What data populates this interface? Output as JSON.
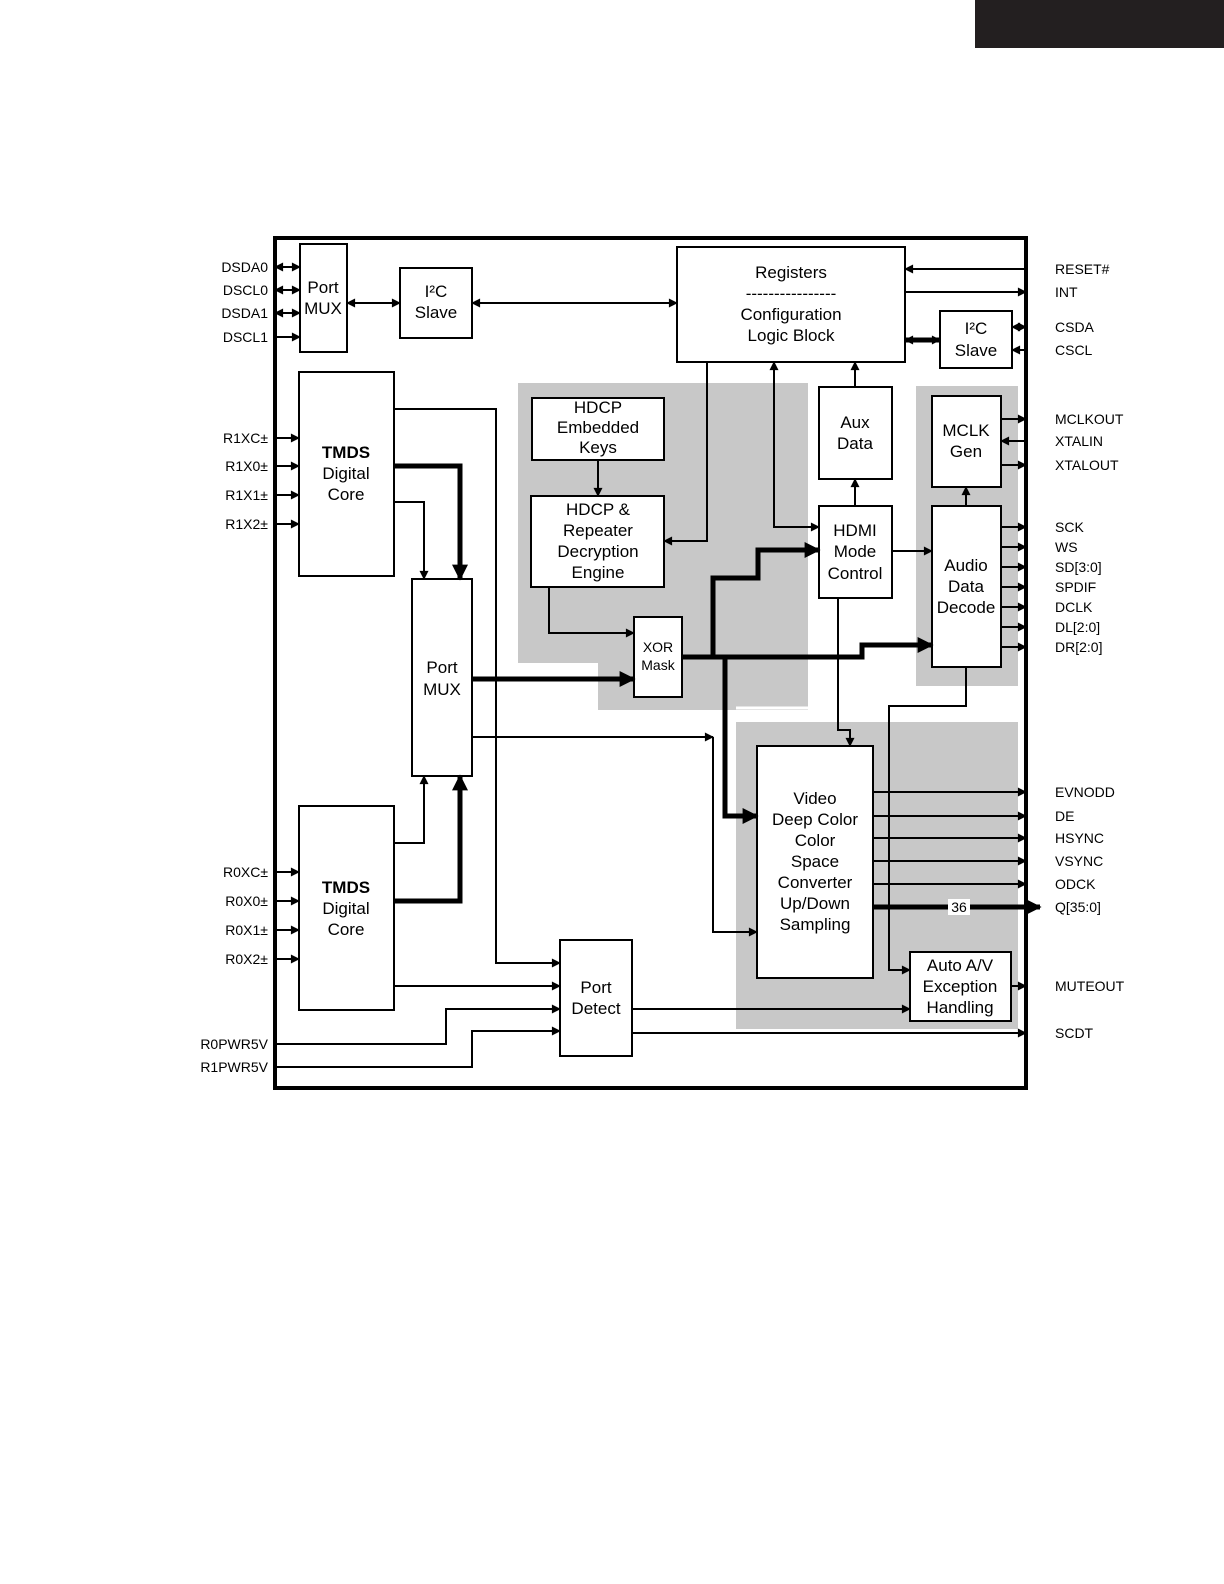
{
  "blocks": {
    "port_mux_top": [
      "Port",
      "MUX"
    ],
    "i2c_slave_left": [
      "I²C",
      "Slave"
    ],
    "registers": "Registers",
    "registers_divider": "----------------",
    "config_logic": [
      "Configuration",
      "Logic Block"
    ],
    "i2c_slave_right": [
      "I²C",
      "Slave"
    ],
    "tmds_r1": [
      "TMDS",
      "Digital",
      "Core"
    ],
    "tmds_r0": [
      "TMDS",
      "Digital",
      "Core"
    ],
    "hdcp_keys": [
      "HDCP",
      "Embedded",
      "Keys"
    ],
    "hdcp_engine": [
      "HDCP &",
      "Repeater",
      "Decryption",
      "Engine"
    ],
    "xor_mask": [
      "XOR",
      "Mask"
    ],
    "aux_data": [
      "Aux",
      "Data"
    ],
    "hdmi_mode": [
      "HDMI",
      "Mode",
      "Control"
    ],
    "mclk_gen": [
      "MCLK",
      "Gen"
    ],
    "audio_decode": [
      "Audio",
      "Data",
      "Decode"
    ],
    "port_mux_mid": [
      "Port",
      "MUX"
    ],
    "video": [
      "Video",
      "Deep Color",
      "Color",
      "Space",
      "Converter",
      "Up/Down",
      "Sampling"
    ],
    "port_detect": [
      "Port",
      "Detect"
    ],
    "auto_av": [
      "Auto A/V",
      "Exception",
      "Handling"
    ],
    "bus_width": "36"
  },
  "pins_left": {
    "ddc": [
      "DSDA0",
      "DSCL0",
      "DSDA1",
      "DSCL1"
    ],
    "r1": [
      "R1XC±",
      "R1X0±",
      "R1X1±",
      "R1X2±"
    ],
    "r0": [
      "R0XC±",
      "R0X0±",
      "R0X1±",
      "R0X2±"
    ],
    "power": [
      "R0PWR5V",
      "R1PWR5V"
    ]
  },
  "pins_right": {
    "control": [
      "RESET#",
      "INT",
      "CSDA",
      "CSCL"
    ],
    "clock": [
      "MCLKOUT",
      "XTALIN",
      "XTALOUT"
    ],
    "audio": [
      "SCK",
      "WS",
      "SD[3:0]",
      "SPDIF",
      "DCLK",
      "DL[2:0]",
      "DR[2:0]"
    ],
    "video": [
      "EVNODD",
      "DE",
      "HSYNC",
      "VSYNC",
      "ODCK",
      "Q[35:0]"
    ],
    "misc": [
      "MUTEOUT",
      "SCDT"
    ]
  }
}
